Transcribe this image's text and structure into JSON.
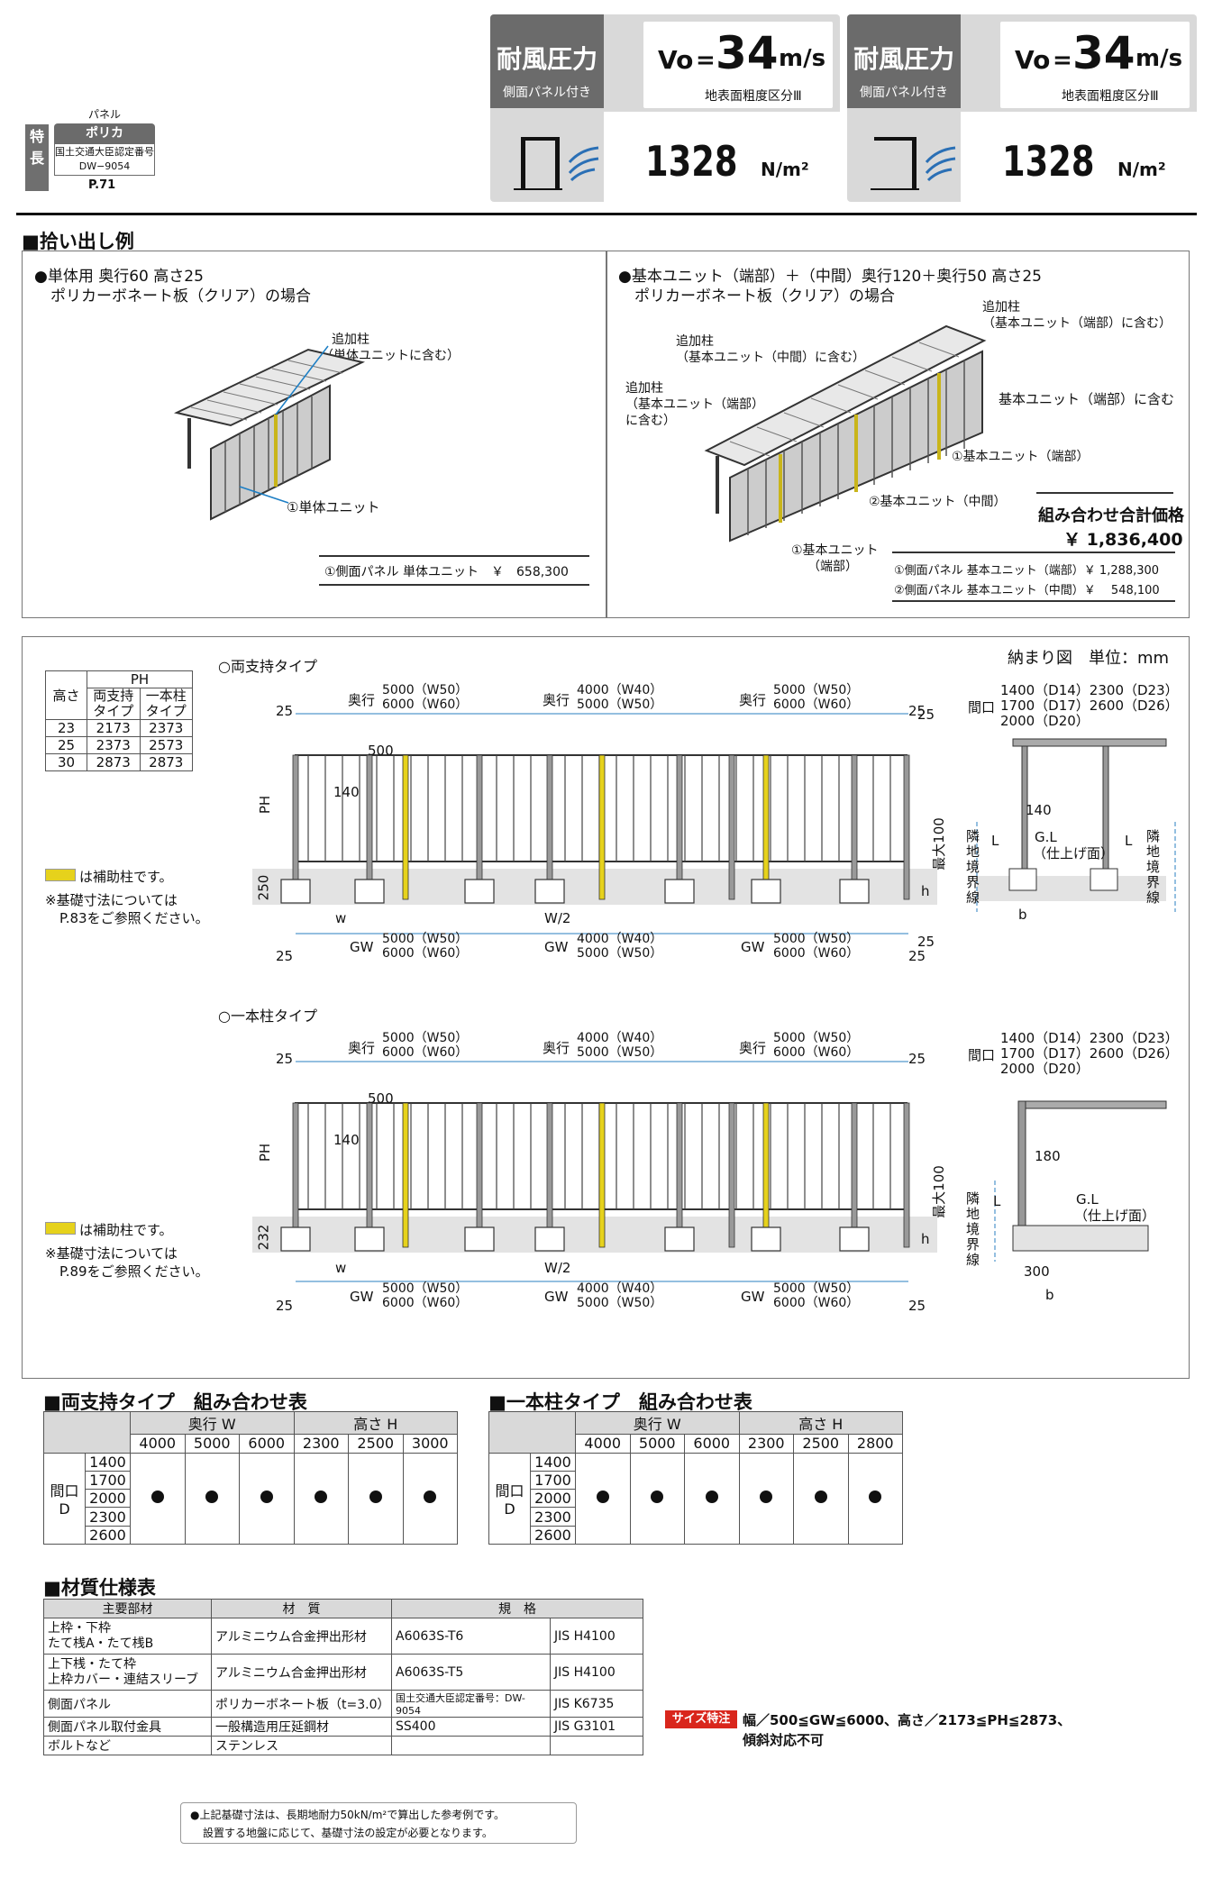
{
  "feature_tag": "特\n長",
  "panel": {
    "label": "パネル",
    "name": "ポリカ",
    "cert_label": "国土交通大臣認定番号",
    "cert_no": "DW−9054",
    "page": "P.71"
  },
  "wind_cards": [
    {
      "title": "耐風圧力",
      "sub": "側面パネル付き",
      "vo_prefix": "Vo",
      "vo": "34",
      "vo_unit": "m/s",
      "region": "地表面粗度区分Ⅲ",
      "pressure": "1328",
      "pressure_unit": "N/m²"
    },
    {
      "title": "耐風圧力",
      "sub": "側面パネル付き",
      "vo_prefix": "Vo",
      "vo": "34",
      "vo_unit": "m/s",
      "region": "地表面粗度区分Ⅲ",
      "pressure": "1328",
      "pressure_unit": "N/m²"
    }
  ],
  "pickup": {
    "title": "■拾い出し例",
    "left": {
      "heading1": "●単体用 奥行60 高さ25",
      "heading2": "ポリカーボネート板（クリア）の場合",
      "note_post": "追加柱",
      "note_post2": "（単体ユニットに含む）",
      "unit_label": "①単体ユニット",
      "price_line": "①側面パネル 単体ユニット　￥　658,300"
    },
    "right": {
      "heading1": "●基本ユニット（端部）＋（中間）奥行120＋奥行50 高さ25",
      "heading2": "ポリカーボネート板（クリア）の場合",
      "n1a": "追加柱",
      "n1b": "（基本ユニット（端部）に含む）",
      "n2a": "追加柱",
      "n2b": "（基本ユニット（中間）に含む）",
      "n3a": "追加柱",
      "n3b": "（基本ユニット（端部）",
      "n3c": "に含む）",
      "n4": "基本ユニット（端部）に含む",
      "u1": "①基本ユニット（端部）",
      "u2": "②基本ユニット（中間）",
      "u3a": "①基本ユニット",
      "u3b": "（端部）",
      "total_label": "組み合わせ合計価格",
      "total_price": "￥ 1,836,400",
      "p1": "①側面パネル 基本ユニット（端部）￥ 1,288,300",
      "p2": "②側面パネル 基本ユニット（中間）￥　 548,100"
    }
  },
  "ph_table": {
    "header_ph": "PH",
    "h_col": "高さ",
    "c1": "両支持\nタイプ",
    "c2": "一本柱\nタイプ",
    "rows": [
      [
        "23",
        "2173",
        "2373"
      ],
      [
        "25",
        "2373",
        "2573"
      ],
      [
        "30",
        "2873",
        "2873"
      ]
    ]
  },
  "drawing": {
    "unit": "納まり図　単位：mm",
    "type1": "○両支持タイプ",
    "type2": "○一本柱タイプ",
    "d25": "25",
    "oku": "奥行",
    "depth1a": "5000（W50）",
    "depth1b": "6000（W60）",
    "depth2a": "4000（W40）",
    "depth2b": "5000（W50）",
    "d500": "500",
    "d140": "140",
    "ph": "PH",
    "d250": "250",
    "d232": "232",
    "w": "w",
    "w2": "W/2",
    "gw": "GW",
    "h": "h",
    "max100": "最大100",
    "aux_note": "は補助柱です。",
    "found_note1": "※基礎寸法については",
    "found_note1b": "P.83をご参照ください。",
    "found_note2": "※基礎寸法については",
    "found_note2b": "P.89をご参照ください。",
    "maguchi": "間口",
    "mg1": "1400（D14）2300（D23）",
    "mg2": "1700（D17）2600（D26）",
    "mg3": "2000（D20）",
    "neighbor": "隣地境界線",
    "gl": "G.L",
    "gl2": "（仕上げ面）",
    "L": "L",
    "b": "b",
    "d180": "180",
    "d300": "300"
  },
  "combo1": {
    "title": "■両支持タイプ　組み合わせ表",
    "depth": "奥行 W",
    "height": "高さ H",
    "cols": [
      "4000",
      "5000",
      "6000",
      "2300",
      "2500",
      "3000"
    ],
    "row_label": "間口\nD",
    "rows": [
      "1400",
      "1700",
      "2000",
      "2300",
      "2600"
    ]
  },
  "combo2": {
    "title": "■一本柱タイプ　組み合わせ表",
    "depth": "奥行 W",
    "height": "高さ H",
    "cols": [
      "4000",
      "5000",
      "6000",
      "2300",
      "2500",
      "2800"
    ],
    "row_label": "間口\nD",
    "rows": [
      "1400",
      "1700",
      "2000",
      "2300",
      "2600"
    ]
  },
  "material": {
    "title": "■材質仕様表",
    "headers": [
      "主要部材",
      "材　質",
      "規　格"
    ],
    "rows": [
      [
        "上枠・下枠\nたて桟A・たて桟B",
        "アルミニウム合金押出形材",
        "A6063S-T6",
        "JIS H4100"
      ],
      [
        "上下桟・たて枠\n上枠カバー・連結スリーブ",
        "アルミニウム合金押出形材",
        "A6063S-T5",
        "JIS H4100"
      ],
      [
        "側面パネル",
        "ポリカーボネート板（t=3.0）",
        "国土交通大臣認定番号：DW-9054",
        "JIS K6735"
      ],
      [
        "側面パネル取付金具",
        "一般構造用圧延鋼材",
        "SS400",
        "JIS G3101"
      ],
      [
        "ボルトなど",
        "ステンレス",
        "",
        ""
      ]
    ]
  },
  "size_note": {
    "badge": "サイズ特注",
    "text1": "幅／500≦GW≦6000、高さ／2173≦PH≦2873、",
    "text2": "傾斜対応不可"
  },
  "footer_note": {
    "line1": "●上記基礎寸法は、長期地耐力50kN/m²で算出した参考例です。",
    "line2": "設置する地盤に応じて、基礎寸法の設定が必要となります。"
  },
  "colors": {
    "aux_post": "#e6d21c",
    "gray": "#6b6b6b",
    "ground": "#e3e3e3"
  }
}
